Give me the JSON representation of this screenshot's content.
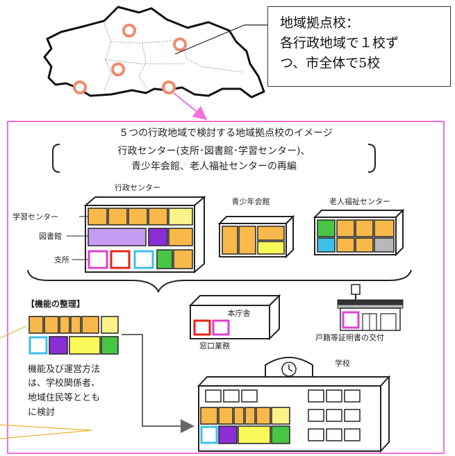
{
  "callout": {
    "title": "地域拠点校：",
    "line1": "各行政地域で１校ず",
    "line2": "つ、市全体で5校"
  },
  "panel": {
    "heading": "５つの行政地域で検討する地域拠点校のイメージ",
    "sub1": "行政センター(支所･図書館･学習センター)、",
    "sub2": "青少年会館、老人福祉センターの再編"
  },
  "buildings": {
    "gyosei": "行政センター",
    "gakushu": "学習センター",
    "toshokan": "図書館",
    "shisho": "支所",
    "seishonen": "青少年会館",
    "rojin": "老人福祉センター",
    "honchosha": "本庁舎",
    "madoguchi": "窓口業務",
    "koseki": "戸籍等証明書の交付",
    "gakko": "学校"
  },
  "kino": {
    "title": "【機能の整理】",
    "desc1": "機能及び運営方法",
    "desc2": "は、学校関係者、",
    "desc3": "地域住民等ととも",
    "desc4": "に検討"
  },
  "colors": {
    "orange": "#f8b94a",
    "yellow": "#f9f95a",
    "lightyellow": "#fbf28a",
    "lavender": "#c79cf3",
    "purple": "#8a2ed6",
    "magenta": "#e040d0",
    "red": "#e2231a",
    "cyan": "#3cc0e8",
    "green": "#49c546",
    "gray": "#b8b8b8",
    "pink-border": "#f070e0"
  }
}
